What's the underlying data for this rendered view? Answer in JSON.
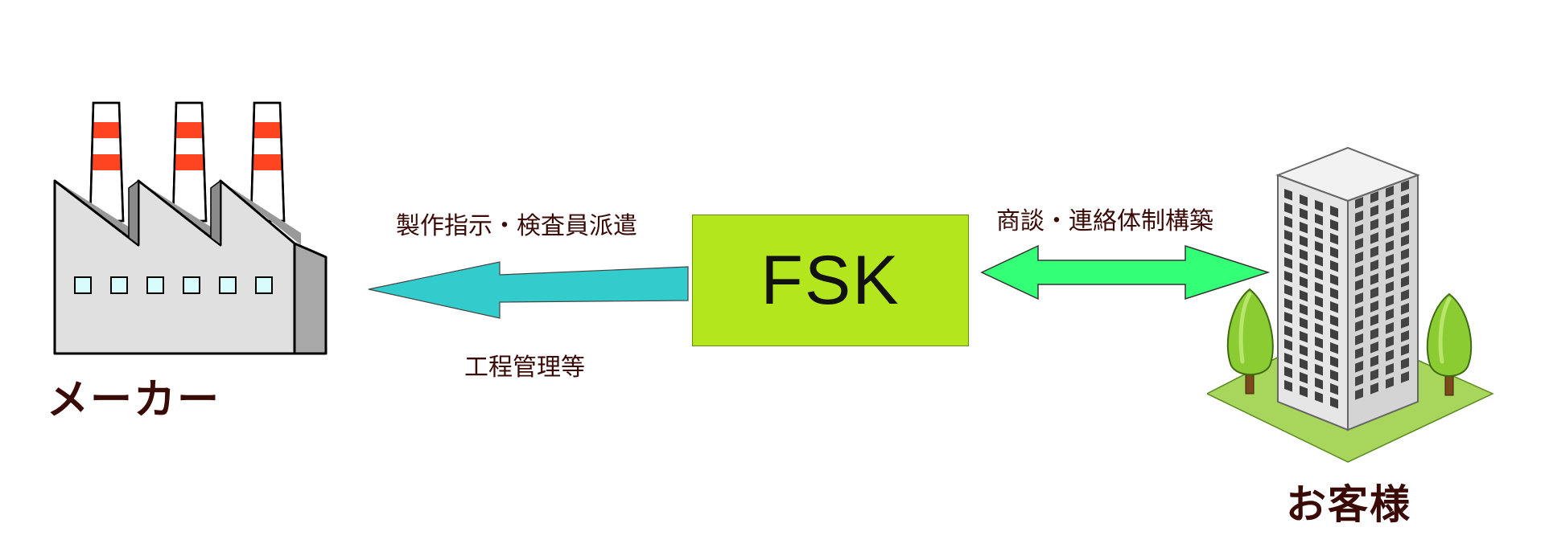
{
  "nodes": {
    "maker": {
      "label": "メーカー"
    },
    "fsk": {
      "label": "FSK"
    },
    "customer": {
      "label": "お客様"
    }
  },
  "edges": {
    "fsk_to_maker": {
      "label_top": "製作指示・検査員派遣",
      "label_bottom": "工程管理等",
      "color": "#33cccc"
    },
    "fsk_customer": {
      "label_top": "商談・連絡体制構築",
      "color": "#33ff77"
    }
  },
  "colors": {
    "fsk_box": "#b4e61e",
    "text": "#3a0a06",
    "factory_body": "#e0e0e0",
    "chimney_stripe": "#ff4422",
    "building": "#e6e6e6",
    "tree": "#8ccc33",
    "lawn": "#a8d65c"
  },
  "icons": {
    "maker": "factory-icon",
    "customer": "office-building-icon"
  }
}
